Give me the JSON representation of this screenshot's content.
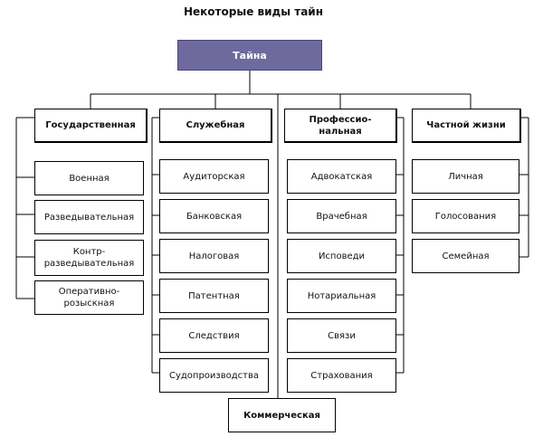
{
  "title": "Некоторые виды тайн",
  "root": "Тайна",
  "categories": [
    {
      "label": "Государственная",
      "items": [
        "Военная",
        "Разведывательная",
        "Контр-\nразведывательная",
        "Оперативно-\nрозыскная"
      ]
    },
    {
      "label": "Служебная",
      "items": [
        "Аудиторская",
        "Банковская",
        "Налоговая",
        "Патентная",
        "Следствия",
        "Судопроизводства"
      ]
    },
    {
      "label": "Профессио-\nнальная",
      "items": [
        "Адвокатская",
        "Врачебная",
        "Исповеди",
        "Нотариальная",
        "Связи",
        "Страхования"
      ]
    },
    {
      "label": "Частной жизни",
      "items": [
        "Личная",
        "Голосования",
        "Семейная"
      ]
    }
  ],
  "commercial": "Коммерческая"
}
